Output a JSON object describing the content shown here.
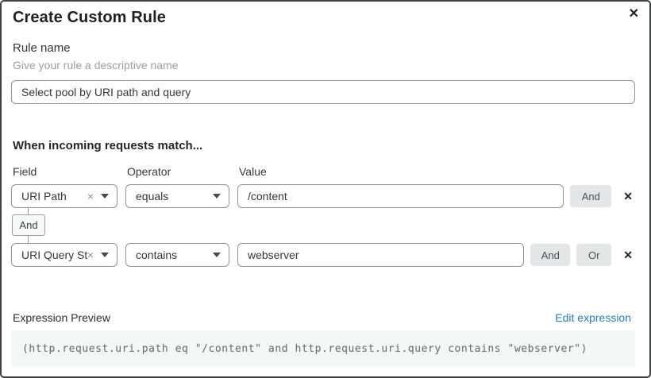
{
  "dialog": {
    "title": "Create Custom Rule"
  },
  "icons": {
    "close": "✕",
    "clear": "×",
    "row_delete": "✕"
  },
  "rule_name": {
    "label": "Rule name",
    "hint": "Give your rule a descriptive name",
    "value": "Select pool by URI path and query"
  },
  "match": {
    "heading": "When incoming requests match...",
    "columns": {
      "field": "Field",
      "operator": "Operator",
      "value": "Value"
    },
    "connector": "And",
    "rows": [
      {
        "field": "URI Path",
        "operator": "equals",
        "value": "/content",
        "buttons": [
          "And"
        ]
      },
      {
        "field": "URI Query St...",
        "operator": "contains",
        "value": "webserver",
        "buttons": [
          "And",
          "Or"
        ]
      }
    ]
  },
  "expression": {
    "label": "Expression Preview",
    "edit_link": "Edit expression",
    "code": "(http.request.uri.path eq \"/content\" and http.request.uri.query contains \"webserver\")"
  },
  "colors": {
    "dialog_border": "#3f4145",
    "input_border": "#8f9297",
    "hint_text": "#9b9ea3",
    "logic_button_bg": "#e4e5e6",
    "connector_badge_bg": "#f7f8f8",
    "link_blue": "#2e7cb5",
    "code_bg": "#f5f6f6",
    "code_text": "#67696d"
  }
}
